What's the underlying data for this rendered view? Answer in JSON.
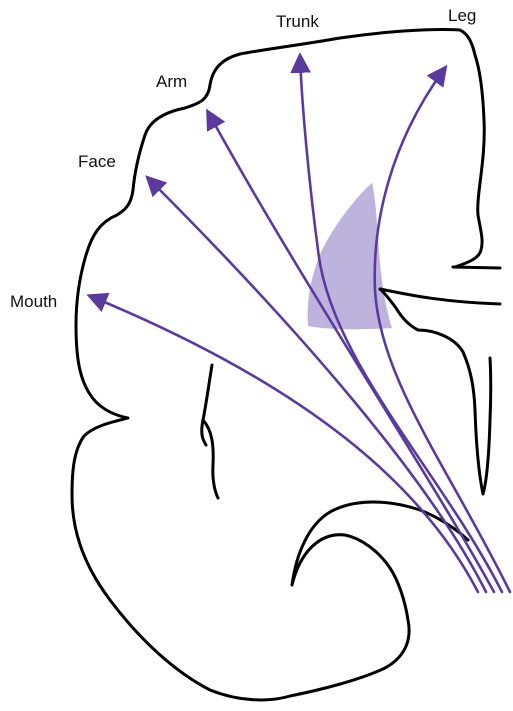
{
  "labels": {
    "leg": "Leg",
    "trunk": "Trunk",
    "arm": "Arm",
    "face": "Face",
    "mouth": "Mouth"
  },
  "colors": {
    "tract": "#5b3a9e",
    "region": "#bdb3dc",
    "outline": "#000000",
    "background": "#ffffff"
  }
}
